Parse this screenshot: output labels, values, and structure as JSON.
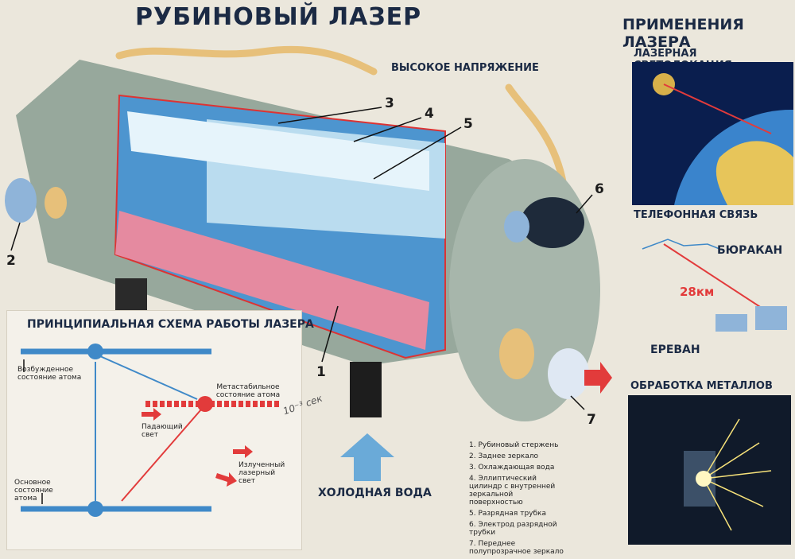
{
  "title": "РУБИНОВЫЙ ЛАЗЕР",
  "high_voltage": "ВЫСОКОЕ НАПРЯЖЕНИЕ",
  "cold_water": "ХОЛОДНАЯ ВОДА",
  "callouts": [
    "1",
    "2",
    "3",
    "4",
    "5",
    "6",
    "7"
  ],
  "legend": [
    "1. Рубиновый стержень",
    "2. Заднее зеркало",
    "3. Охлаждающая вода",
    "4. Эллиптический цилиндр с внутренней зеркальной поверхностью",
    "5. Разрядная трубка",
    "6. Электрод разрядной трубки",
    "7. Переднее полупрозрачное зеркало"
  ],
  "scheme": {
    "title": "ПРИНЦИПИАЛЬНАЯ СХЕМА РАБОТЫ ЛАЗЕРА",
    "excited": "Возбужденное состояние атома",
    "metastable": "Метастабильное состояние атома",
    "ground": "Основное состояние атома",
    "incident": "Падающий свет",
    "emitted": "Излученный лазерный свет",
    "handwritten": "10⁻³ сек"
  },
  "applications": {
    "title": "ПРИМЕНЕНИЯ ЛАЗЕРА",
    "location": "ЛАЗЕРНАЯ СВЕТОЛОКАЦИЯ",
    "phone": "ТЕЛЕФОННАЯ СВЯЗЬ",
    "byurakan": "БЮРАКАН",
    "distance": "28км",
    "yerevan": "ЕРЕВАН",
    "metal": "ОБРАБОТКА МЕТАЛЛОВ"
  },
  "colors": {
    "ruby": "#e58aa0",
    "water": "#5aa5d8",
    "body": "#97a89c",
    "scheme_blue": "#3f89c8",
    "scheme_red": "#e23b3b"
  }
}
